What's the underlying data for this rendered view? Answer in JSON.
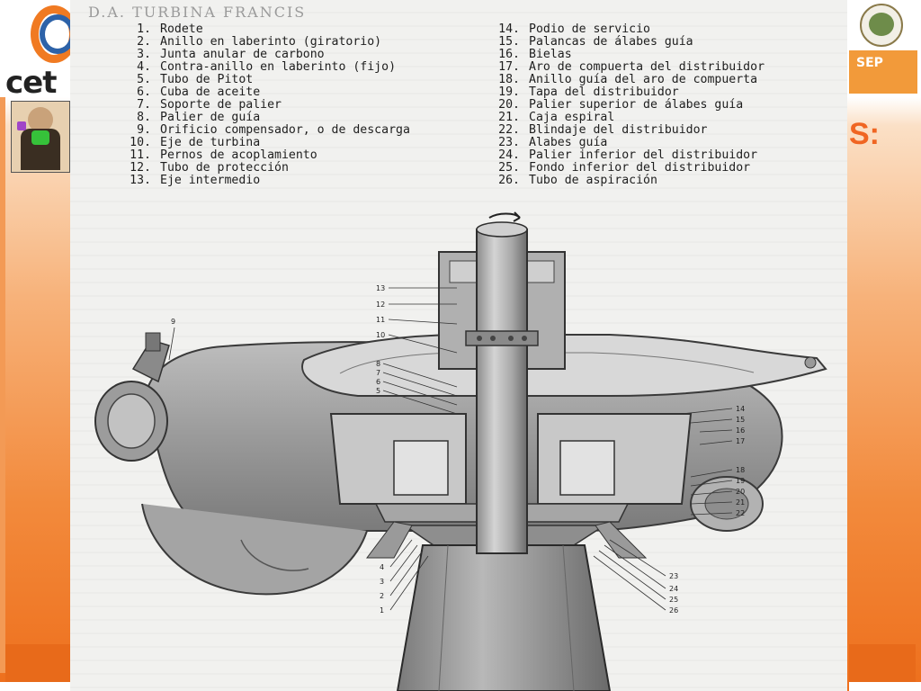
{
  "slide": {
    "logo_left_text": "cet",
    "logo_right_text": "SEP",
    "title_fragment": "S:"
  },
  "diagram": {
    "header_ghost": "D.A. TURBINA FRANCIS",
    "legend_left": [
      {
        "num": "1.",
        "label": "Rodete"
      },
      {
        "num": "2.",
        "label": "Anillo en laberinto (giratorio)"
      },
      {
        "num": "3.",
        "label": "Junta anular de carbono"
      },
      {
        "num": "4.",
        "label": "Contra-anillo en laberinto (fijo)"
      },
      {
        "num": "5.",
        "label": "Tubo de Pitot"
      },
      {
        "num": "6.",
        "label": "Cuba de aceite"
      },
      {
        "num": "7.",
        "label": "Soporte de palier"
      },
      {
        "num": "8.",
        "label": "Palier de guía"
      },
      {
        "num": "9.",
        "label": "Orificio compensador, o de descarga"
      },
      {
        "num": "10.",
        "label": "Eje de turbina"
      },
      {
        "num": "11.",
        "label": "Pernos de acoplamiento"
      },
      {
        "num": "12.",
        "label": "Tubo de protección"
      },
      {
        "num": "13.",
        "label": "Eje intermedio"
      }
    ],
    "legend_right": [
      {
        "num": "14.",
        "label": "Podio de servicio"
      },
      {
        "num": "15.",
        "label": "Palancas de álabes guía"
      },
      {
        "num": "16.",
        "label": "Bielas"
      },
      {
        "num": "17.",
        "label": "Aro de compuerta del distribuidor"
      },
      {
        "num": "18.",
        "label": "Anillo guía del aro de compuerta"
      },
      {
        "num": "19.",
        "label": "Tapa del distribuidor"
      },
      {
        "num": "20.",
        "label": "Palier superior de álabes guía"
      },
      {
        "num": "21.",
        "label": "Caja  espiral"
      },
      {
        "num": "22.",
        "label": "Blindaje del distribuidor"
      },
      {
        "num": "23.",
        "label": "Alabes guía"
      },
      {
        "num": "24.",
        "label": "Palier inferior del distribuidor"
      },
      {
        "num": "25.",
        "label": "Fondo inferior del distribuidor"
      },
      {
        "num": "26.",
        "label": "Tubo de aspiración"
      }
    ],
    "callouts": {
      "c1": "1",
      "c2": "2",
      "c3": "3",
      "c4": "4",
      "c5": "5",
      "c6": "6",
      "c7": "7",
      "c8": "8",
      "c9": "9",
      "c10": "10",
      "c11": "11",
      "c12": "12",
      "c13": "13",
      "c14": "14",
      "c15": "15",
      "c16": "16",
      "c17": "17",
      "c18": "18",
      "c19": "19",
      "c20": "20",
      "c21": "21",
      "c22": "22",
      "c23": "23",
      "c24": "24",
      "c25": "25",
      "c26": "26"
    }
  },
  "colors": {
    "orange": "#ee6f1c",
    "blue": "#2d62a8",
    "scan_background": "#f1f1ef"
  }
}
